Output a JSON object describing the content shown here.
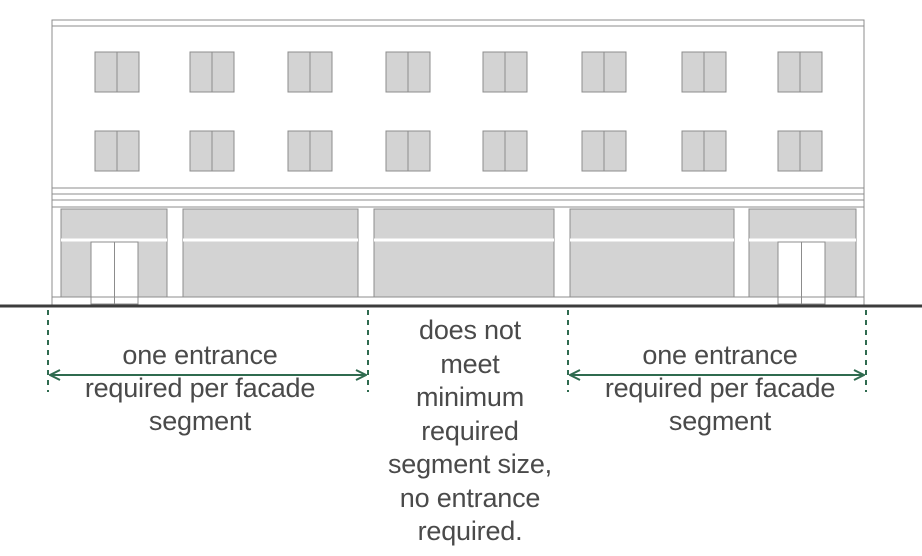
{
  "colors": {
    "building_line": "#8c8c8c",
    "wall": "#ffffff",
    "glass": "#d3d3d3",
    "ground": "#3c3c3c",
    "arrow": "#2f6b4f",
    "text": "#4a4a4a"
  },
  "annotations": {
    "left_segment": {
      "lines": [
        "one entrance",
        "required per facade",
        "segment"
      ]
    },
    "middle_segment": {
      "lines": [
        "does not",
        "meet",
        "minimum",
        "required",
        "segment size,",
        "no entrance",
        "required."
      ]
    },
    "right_segment": {
      "lines": [
        "one entrance",
        "required per facade",
        "segment"
      ]
    }
  }
}
